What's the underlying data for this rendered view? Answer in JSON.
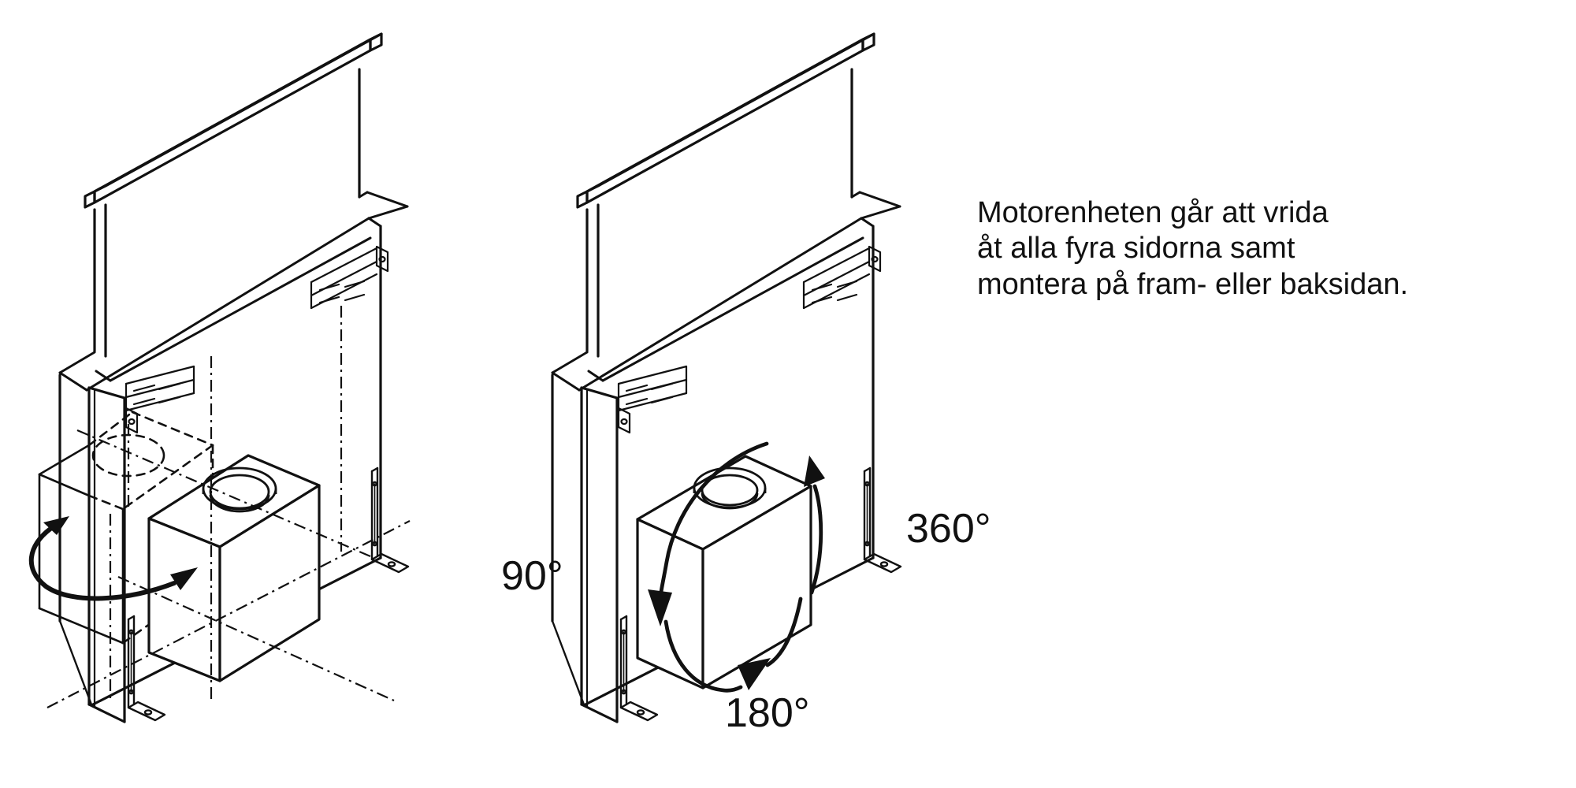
{
  "figure": {
    "type": "installation-diagram",
    "colors": {
      "background": "#ffffff",
      "line": "#111111"
    },
    "caption": {
      "lines": [
        "Motorenheten går att vrida",
        "åt alla fyra sidorna samt",
        "montera på fram- eller baksidan."
      ]
    },
    "rotation_labels": {
      "left": "90°",
      "right": "360°",
      "bottom": "180°"
    }
  }
}
